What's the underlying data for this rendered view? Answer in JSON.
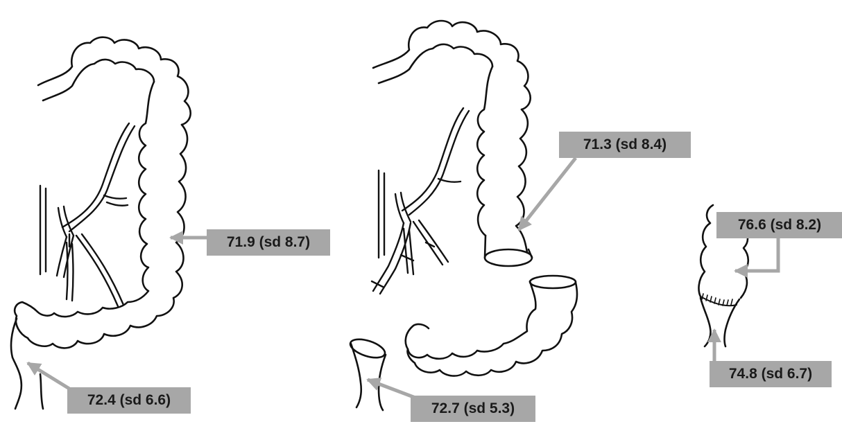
{
  "figure": {
    "panels": [
      {
        "name": "intact-colon"
      },
      {
        "name": "resected-colon"
      },
      {
        "name": "rectal-stump"
      }
    ],
    "labels": {
      "l1": "72.4 (sd 6.6)",
      "l2": "71.9 (sd 8.7)",
      "l3": "71.3 (sd 8.4)",
      "l4": "72.7 (sd 5.3)",
      "l5": "76.6 (sd 8.2)",
      "l6": "74.8 (sd 6.7)"
    },
    "colors": {
      "label_bg": "#a7a7a7",
      "label_text": "#1a1a1a",
      "arrow": "#a7a7a7",
      "outline": "#111111"
    }
  }
}
